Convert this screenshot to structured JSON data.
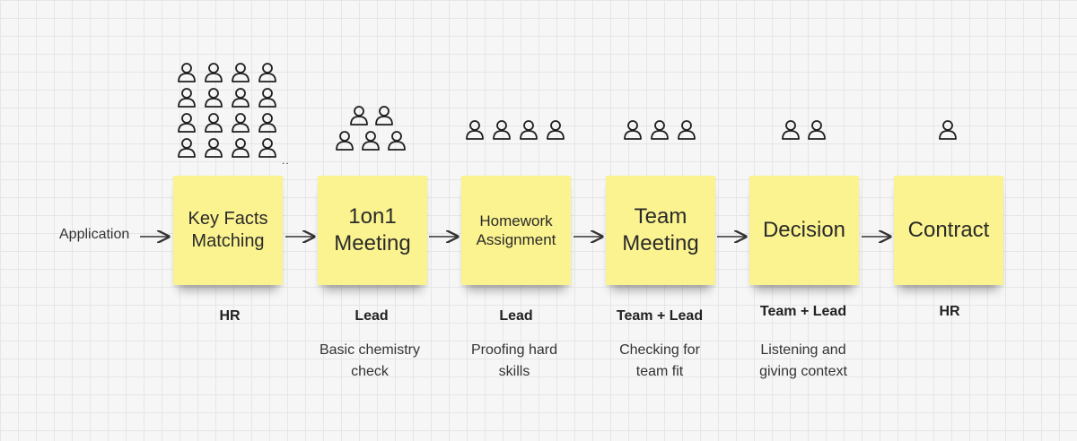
{
  "entry": {
    "label": "Application"
  },
  "overflow_marker": "..",
  "icons": {
    "person": "person-icon",
    "arrow": "arrow-right-icon"
  },
  "colors": {
    "note": "#fbf38f",
    "ink": "#1f1f1f"
  },
  "steps": [
    {
      "id": "key-facts",
      "note": "Key Facts\nMatching",
      "people_count": 16,
      "role": "HR",
      "description": ""
    },
    {
      "id": "one-on-one",
      "note": "1on1\nMeeting",
      "people_count": 5,
      "role": "Lead",
      "description": "Basic chemistry\ncheck"
    },
    {
      "id": "homework",
      "note": "Homework\nAssignment",
      "people_count": 4,
      "role": "Lead",
      "description": "Proofing hard\nskills"
    },
    {
      "id": "team-meeting",
      "note": "Team\nMeeting",
      "people_count": 3,
      "role": "Team + Lead",
      "description": "Checking for\nteam fit"
    },
    {
      "id": "decision",
      "note": "Decision",
      "people_count": 2,
      "role": "Team + Lead",
      "description": "Listening and\ngiving context"
    },
    {
      "id": "contract",
      "note": "Contract",
      "people_count": 1,
      "role": "HR",
      "description": ""
    }
  ]
}
